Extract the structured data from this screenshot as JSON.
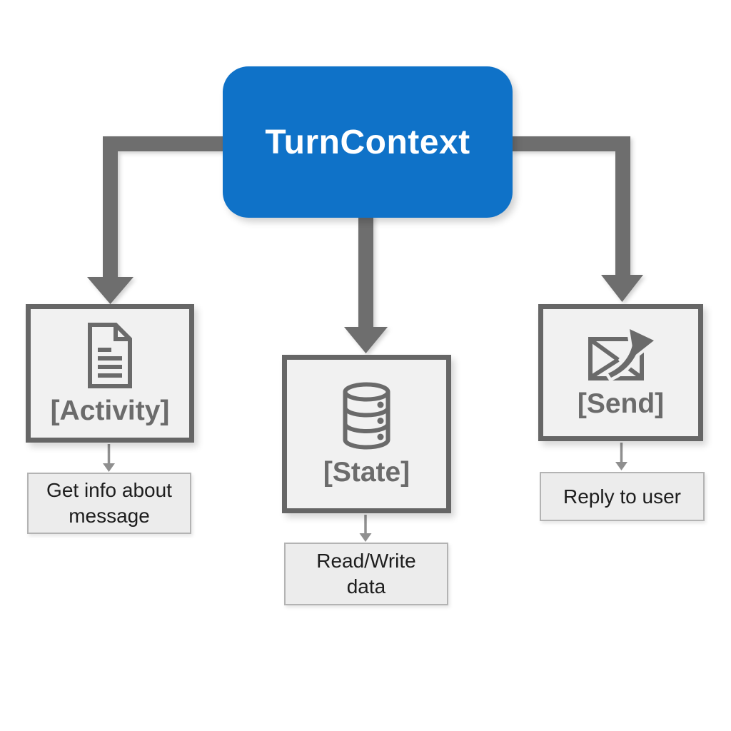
{
  "root": {
    "label": "TurnContext"
  },
  "nodes": [
    {
      "id": "activity",
      "label": "[Activity]",
      "icon": "document-icon",
      "sublabel": "Get info about\nmessage"
    },
    {
      "id": "state",
      "label": "[State]",
      "icon": "database-icon",
      "sublabel": "Read/Write\ndata"
    },
    {
      "id": "send",
      "label": "[Send]",
      "icon": "send-envelope-icon",
      "sublabel": "Reply to user"
    }
  ],
  "colors": {
    "accent_blue": "#0f72c8",
    "connector": "#6e6e6e",
    "thin_arrow": "#8f8f8f",
    "node_border": "#666666",
    "node_fill": "#f1f1f1",
    "node_label": "#6b6b6b",
    "icon": "#6a6a6a",
    "subbox_fill": "#ececec",
    "subbox_border": "#b3b3b3",
    "subbox_text": "#1d1d1d"
  }
}
